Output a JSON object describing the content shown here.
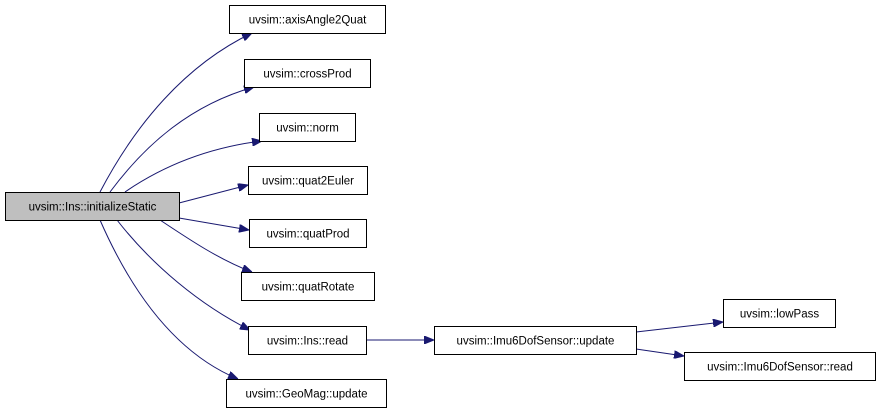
{
  "diagram": {
    "colors": {
      "root_fill": "#bfbfbf",
      "node_fill": "#ffffff",
      "edge": "#191970"
    },
    "nodes": [
      {
        "id": "root",
        "label": "uvsim::Ins::initializeStatic",
        "root": true
      },
      {
        "id": "axisangle2quat",
        "label": "uvsim::axisAngle2Quat"
      },
      {
        "id": "crossprod",
        "label": "uvsim::crossProd"
      },
      {
        "id": "norm",
        "label": "uvsim::norm"
      },
      {
        "id": "quat2euler",
        "label": "uvsim::quat2Euler"
      },
      {
        "id": "quatprod",
        "label": "uvsim::quatProd"
      },
      {
        "id": "quatrotate",
        "label": "uvsim::quatRotate"
      },
      {
        "id": "ins-read",
        "label": "uvsim::Ins::read"
      },
      {
        "id": "geomag-update",
        "label": "uvsim::GeoMag::update"
      },
      {
        "id": "imu-update",
        "label": "uvsim::Imu6DofSensor::update"
      },
      {
        "id": "lowpass",
        "label": "uvsim::lowPass"
      },
      {
        "id": "imu-read",
        "label": "uvsim::Imu6DofSensor::read"
      }
    ],
    "edges": [
      {
        "from": "root",
        "to": "axisangle2quat"
      },
      {
        "from": "root",
        "to": "crossprod"
      },
      {
        "from": "root",
        "to": "norm"
      },
      {
        "from": "root",
        "to": "quat2euler"
      },
      {
        "from": "root",
        "to": "quatprod"
      },
      {
        "from": "root",
        "to": "quatrotate"
      },
      {
        "from": "root",
        "to": "ins-read"
      },
      {
        "from": "root",
        "to": "geomag-update"
      },
      {
        "from": "ins-read",
        "to": "imu-update"
      },
      {
        "from": "imu-update",
        "to": "lowpass"
      },
      {
        "from": "imu-update",
        "to": "imu-read"
      }
    ]
  }
}
